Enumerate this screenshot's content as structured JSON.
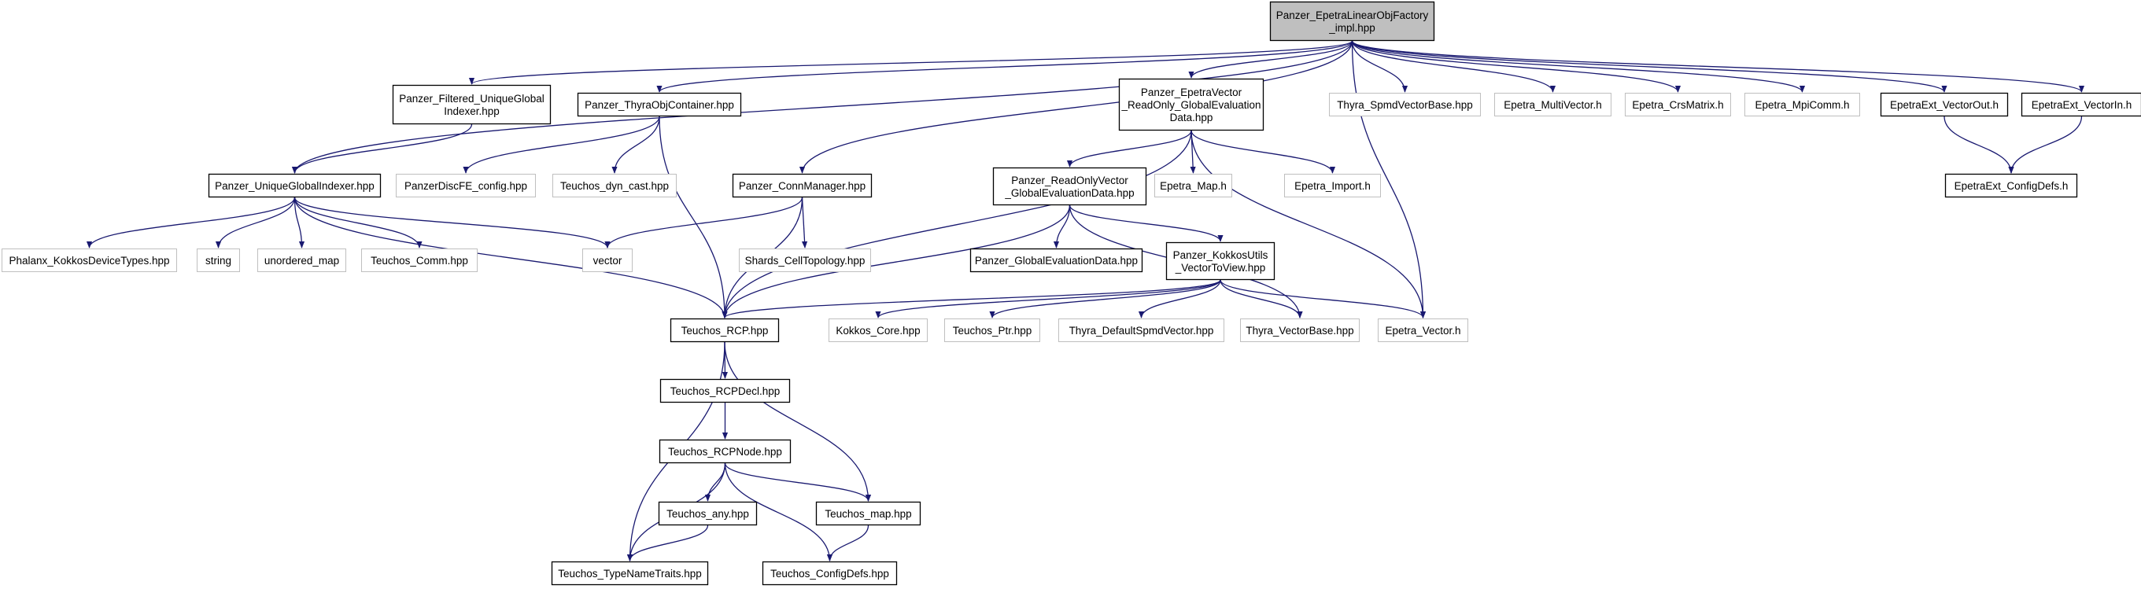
{
  "colors": {
    "edge": "#191970",
    "root_fill": "#bfbfbf",
    "root_border": "#000000",
    "documented_border": "#000000",
    "external_border": "#bfbfbf",
    "text": "#000000",
    "background": "#ffffff"
  },
  "nodes": [
    {
      "id": "root",
      "lines": [
        "Panzer_EpetraLinearObjFactory",
        "_impl.hpp"
      ],
      "style": "root"
    },
    {
      "id": "filtered",
      "lines": [
        "Panzer_Filtered_UniqueGlobal",
        "Indexer.hpp"
      ],
      "style": "doc"
    },
    {
      "id": "thyraobj",
      "lines": [
        "Panzer_ThyraObjContainer.hpp"
      ],
      "style": "doc"
    },
    {
      "id": "epvec",
      "lines": [
        "Panzer_EpetraVector",
        "_ReadOnly_GlobalEvaluation",
        "Data.hpp"
      ],
      "style": "doc"
    },
    {
      "id": "thyraspmdbase",
      "lines": [
        "Thyra_SpmdVectorBase.hpp"
      ],
      "style": "ext"
    },
    {
      "id": "multivec",
      "lines": [
        "Epetra_MultiVector.h"
      ],
      "style": "ext"
    },
    {
      "id": "crsmatrix",
      "lines": [
        "Epetra_CrsMatrix.h"
      ],
      "style": "ext"
    },
    {
      "id": "mpicomm",
      "lines": [
        "Epetra_MpiComm.h"
      ],
      "style": "ext"
    },
    {
      "id": "vecout",
      "lines": [
        "EpetraExt_VectorOut.h"
      ],
      "style": "doc"
    },
    {
      "id": "vecin",
      "lines": [
        "EpetraExt_VectorIn.h"
      ],
      "style": "doc"
    },
    {
      "id": "ugi",
      "lines": [
        "Panzer_UniqueGlobalIndexer.hpp"
      ],
      "style": "doc"
    },
    {
      "id": "discfe",
      "lines": [
        "PanzerDiscFE_config.hpp"
      ],
      "style": "ext"
    },
    {
      "id": "dyncast",
      "lines": [
        "Teuchos_dyn_cast.hpp"
      ],
      "style": "ext"
    },
    {
      "id": "connmgr",
      "lines": [
        "Panzer_ConnManager.hpp"
      ],
      "style": "doc"
    },
    {
      "id": "roved",
      "lines": [
        "Panzer_ReadOnlyVector",
        "_GlobalEvaluationData.hpp"
      ],
      "style": "doc"
    },
    {
      "id": "epmap",
      "lines": [
        "Epetra_Map.h"
      ],
      "style": "ext"
    },
    {
      "id": "epimport",
      "lines": [
        "Epetra_Import.h"
      ],
      "style": "ext"
    },
    {
      "id": "configdefs",
      "lines": [
        "EpetraExt_ConfigDefs.h"
      ],
      "style": "doc"
    },
    {
      "id": "phalanx",
      "lines": [
        "Phalanx_KokkosDeviceTypes.hpp"
      ],
      "style": "ext"
    },
    {
      "id": "string",
      "lines": [
        "string"
      ],
      "style": "ext"
    },
    {
      "id": "umap",
      "lines": [
        "unordered_map"
      ],
      "style": "ext"
    },
    {
      "id": "tcomm",
      "lines": [
        "Teuchos_Comm.hpp"
      ],
      "style": "ext"
    },
    {
      "id": "vector",
      "lines": [
        "vector"
      ],
      "style": "ext"
    },
    {
      "id": "shards",
      "lines": [
        "Shards_CellTopology.hpp"
      ],
      "style": "ext"
    },
    {
      "id": "ged",
      "lines": [
        "Panzer_GlobalEvaluationData.hpp"
      ],
      "style": "doc"
    },
    {
      "id": "kokkosutils",
      "lines": [
        "Panzer_KokkosUtils",
        "_VectorToView.hpp"
      ],
      "style": "doc"
    },
    {
      "id": "rcp",
      "lines": [
        "Teuchos_RCP.hpp"
      ],
      "style": "doc"
    },
    {
      "id": "kokkoscore",
      "lines": [
        "Kokkos_Core.hpp"
      ],
      "style": "ext"
    },
    {
      "id": "tptr",
      "lines": [
        "Teuchos_Ptr.hpp"
      ],
      "style": "ext"
    },
    {
      "id": "thyradefspmd",
      "lines": [
        "Thyra_DefaultSpmdVector.hpp"
      ],
      "style": "ext"
    },
    {
      "id": "thyravecbase",
      "lines": [
        "Thyra_VectorBase.hpp"
      ],
      "style": "ext"
    },
    {
      "id": "epvector",
      "lines": [
        "Epetra_Vector.h"
      ],
      "style": "ext"
    },
    {
      "id": "rcpdecl",
      "lines": [
        "Teuchos_RCPDecl.hpp"
      ],
      "style": "doc"
    },
    {
      "id": "rcpnode",
      "lines": [
        "Teuchos_RCPNode.hpp"
      ],
      "style": "doc"
    },
    {
      "id": "tany",
      "lines": [
        "Teuchos_any.hpp"
      ],
      "style": "doc"
    },
    {
      "id": "tmap",
      "lines": [
        "Teuchos_map.hpp"
      ],
      "style": "doc"
    },
    {
      "id": "typenametraits",
      "lines": [
        "Teuchos_TypeNameTraits.hpp"
      ],
      "style": "doc"
    },
    {
      "id": "tconfigdefs",
      "lines": [
        "Teuchos_ConfigDefs.hpp"
      ],
      "style": "doc"
    }
  ],
  "edges": [
    [
      "root",
      "ugi"
    ],
    [
      "root",
      "filtered"
    ],
    [
      "root",
      "thyraobj"
    ],
    [
      "root",
      "connmgr"
    ],
    [
      "root",
      "epvec"
    ],
    [
      "root",
      "thyraspmdbase"
    ],
    [
      "root",
      "multivec"
    ],
    [
      "root",
      "crsmatrix"
    ],
    [
      "root",
      "mpicomm"
    ],
    [
      "root",
      "vecout"
    ],
    [
      "root",
      "vecin"
    ],
    [
      "root",
      "epvector"
    ],
    [
      "filtered",
      "ugi"
    ],
    [
      "thyraobj",
      "discfe"
    ],
    [
      "thyraobj",
      "dyncast"
    ],
    [
      "thyraobj",
      "rcp"
    ],
    [
      "epvec",
      "roved"
    ],
    [
      "epvec",
      "epmap"
    ],
    [
      "epvec",
      "epimport"
    ],
    [
      "epvec",
      "rcp"
    ],
    [
      "epvec",
      "epvector"
    ],
    [
      "vecout",
      "configdefs"
    ],
    [
      "vecin",
      "configdefs"
    ],
    [
      "ugi",
      "phalanx"
    ],
    [
      "ugi",
      "string"
    ],
    [
      "ugi",
      "umap"
    ],
    [
      "ugi",
      "tcomm"
    ],
    [
      "ugi",
      "vector"
    ],
    [
      "ugi",
      "rcp"
    ],
    [
      "connmgr",
      "vector"
    ],
    [
      "connmgr",
      "shards"
    ],
    [
      "connmgr",
      "rcp"
    ],
    [
      "roved",
      "ged"
    ],
    [
      "roved",
      "kokkosutils"
    ],
    [
      "roved",
      "rcp"
    ],
    [
      "roved",
      "thyravecbase"
    ],
    [
      "kokkosutils",
      "rcp"
    ],
    [
      "kokkosutils",
      "kokkoscore"
    ],
    [
      "kokkosutils",
      "tptr"
    ],
    [
      "kokkosutils",
      "thyradefspmd"
    ],
    [
      "kokkosutils",
      "thyravecbase"
    ],
    [
      "kokkosutils",
      "epvector"
    ],
    [
      "rcp",
      "rcpdecl"
    ],
    [
      "rcp",
      "tmap"
    ],
    [
      "rcp",
      "typenametraits"
    ],
    [
      "rcpdecl",
      "rcpnode"
    ],
    [
      "rcpnode",
      "tany"
    ],
    [
      "rcpnode",
      "tmap"
    ],
    [
      "rcpnode",
      "typenametraits"
    ],
    [
      "rcpnode",
      "tconfigdefs"
    ],
    [
      "tany",
      "typenametraits"
    ],
    [
      "tmap",
      "tconfigdefs"
    ]
  ]
}
